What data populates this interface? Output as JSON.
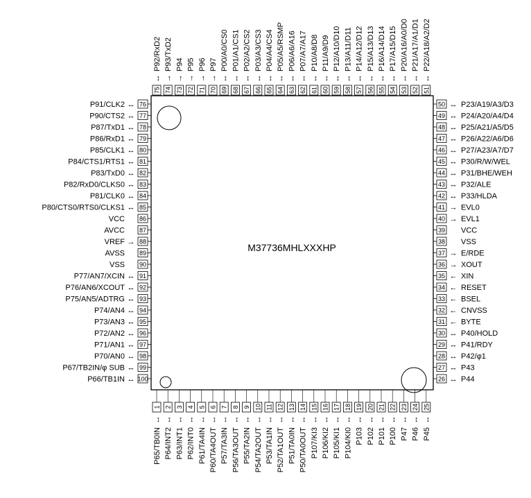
{
  "chip": {
    "part_number": "M37736MHLXXXHP"
  },
  "pins": {
    "left": [
      {
        "num": "76",
        "arrow": "↔",
        "label": "P91/CLK2"
      },
      {
        "num": "77",
        "arrow": "↔",
        "label": "P90/CTS2"
      },
      {
        "num": "78",
        "arrow": "↔",
        "label": "P87/TxD1"
      },
      {
        "num": "79",
        "arrow": "↔",
        "label": "P86/RxD1"
      },
      {
        "num": "80",
        "arrow": "↔",
        "label": "P85/CLK1"
      },
      {
        "num": "81",
        "arrow": "↔",
        "label": "P84/CTS1/RTS1"
      },
      {
        "num": "82",
        "arrow": "↔",
        "label": "P83/TxD0"
      },
      {
        "num": "83",
        "arrow": "↔",
        "label": "P82/RxD0/CLKS0"
      },
      {
        "num": "84",
        "arrow": "↔",
        "label": "P81/CLK0"
      },
      {
        "num": "85",
        "arrow": "↔",
        "label": "P80/CTS0/RTS0/CLKS1"
      },
      {
        "num": "86",
        "arrow": "",
        "label": "VCC"
      },
      {
        "num": "87",
        "arrow": "",
        "label": "AVCC"
      },
      {
        "num": "88",
        "arrow": "→",
        "label": "VREF"
      },
      {
        "num": "89",
        "arrow": "",
        "label": "AVSS"
      },
      {
        "num": "90",
        "arrow": "",
        "label": "VSS"
      },
      {
        "num": "91",
        "arrow": "↔",
        "label": "P77/AN7/XCIN"
      },
      {
        "num": "92",
        "arrow": "↔",
        "label": "P76/AN6/XCOUT"
      },
      {
        "num": "93",
        "arrow": "↔",
        "label": "P75/AN5/ADTRG"
      },
      {
        "num": "94",
        "arrow": "↔",
        "label": "P74/AN4"
      },
      {
        "num": "95",
        "arrow": "↔",
        "label": "P73/AN3"
      },
      {
        "num": "96",
        "arrow": "↔",
        "label": "P72/AN2"
      },
      {
        "num": "97",
        "arrow": "↔",
        "label": "P71/AN1"
      },
      {
        "num": "98",
        "arrow": "↔",
        "label": "P70/AN0"
      },
      {
        "num": "99",
        "arrow": "↔",
        "label": "P67/TB2IN/φ SUB"
      },
      {
        "num": "100",
        "arrow": "↔",
        "label": "P66/TB1IN"
      }
    ],
    "right": [
      {
        "num": "50",
        "arrow": "↔",
        "label": "P23/A19/A3/D3"
      },
      {
        "num": "49",
        "arrow": "↔",
        "label": "P24/A20/A4/D4"
      },
      {
        "num": "48",
        "arrow": "↔",
        "label": "P25/A21/A5/D5"
      },
      {
        "num": "47",
        "arrow": "↔",
        "label": "P26/A22/A6/D6"
      },
      {
        "num": "46",
        "arrow": "↔",
        "label": "P27/A23/A7/D7"
      },
      {
        "num": "45",
        "arrow": "↔",
        "label": "P30/R/W/WEL"
      },
      {
        "num": "44",
        "arrow": "↔",
        "label": "P31/BHE/WEH"
      },
      {
        "num": "43",
        "arrow": "↔",
        "label": "P32/ALE"
      },
      {
        "num": "42",
        "arrow": "↔",
        "label": "P33/HLDA"
      },
      {
        "num": "41",
        "arrow": "→",
        "label": "EVL0"
      },
      {
        "num": "40",
        "arrow": "→",
        "label": "EVL1"
      },
      {
        "num": "39",
        "arrow": "",
        "label": "VCC"
      },
      {
        "num": "38",
        "arrow": "",
        "label": "VSS"
      },
      {
        "num": "37",
        "arrow": "→",
        "label": "E/RDE"
      },
      {
        "num": "36",
        "arrow": "→",
        "label": "XOUT"
      },
      {
        "num": "35",
        "arrow": "←",
        "label": "XIN"
      },
      {
        "num": "34",
        "arrow": "←",
        "label": "RESET"
      },
      {
        "num": "33",
        "arrow": "←",
        "label": "BSEL"
      },
      {
        "num": "32",
        "arrow": "←",
        "label": "CNVSS"
      },
      {
        "num": "31",
        "arrow": "←",
        "label": "BYTE"
      },
      {
        "num": "30",
        "arrow": "↔",
        "label": "P40/HOLD"
      },
      {
        "num": "29",
        "arrow": "↔",
        "label": "P41/RDY"
      },
      {
        "num": "28",
        "arrow": "↔",
        "label": "P42/φ1"
      },
      {
        "num": "27",
        "arrow": "↔",
        "label": "P43"
      },
      {
        "num": "26",
        "arrow": "↔",
        "label": "P44"
      }
    ],
    "top": [
      {
        "num": "75",
        "arrow": "↔",
        "label": "P92/RxD2"
      },
      {
        "num": "74",
        "arrow": "→",
        "label": "P93/TxD2"
      },
      {
        "num": "73",
        "arrow": "→",
        "label": "P94"
      },
      {
        "num": "72",
        "arrow": "→",
        "label": "P95"
      },
      {
        "num": "71",
        "arrow": "→",
        "label": "P96"
      },
      {
        "num": "70",
        "arrow": "→",
        "label": "P97"
      },
      {
        "num": "69",
        "arrow": "↔",
        "label": "P00/A0/CS0"
      },
      {
        "num": "68",
        "arrow": "↔",
        "label": "P01/A1/CS1"
      },
      {
        "num": "67",
        "arrow": "↔",
        "label": "P02/A2/CS2"
      },
      {
        "num": "66",
        "arrow": "↔",
        "label": "P03/A3/CS3"
      },
      {
        "num": "65",
        "arrow": "↔",
        "label": "P04/A4/CS4"
      },
      {
        "num": "64",
        "arrow": "↔",
        "label": "P05/A5/RSMP"
      },
      {
        "num": "63",
        "arrow": "↔",
        "label": "P06/A6/A16"
      },
      {
        "num": "62",
        "arrow": "↔",
        "label": "P07/A7/A17"
      },
      {
        "num": "61",
        "arrow": "↔",
        "label": "P10/A8/D8"
      },
      {
        "num": "60",
        "arrow": "↔",
        "label": "P11/A9/D9"
      },
      {
        "num": "59",
        "arrow": "↔",
        "label": "P12/A10/D10"
      },
      {
        "num": "58",
        "arrow": "↔",
        "label": "P13/A11/D11"
      },
      {
        "num": "57",
        "arrow": "↔",
        "label": "P14/A12/D12"
      },
      {
        "num": "56",
        "arrow": "↔",
        "label": "P15/A13/D13"
      },
      {
        "num": "55",
        "arrow": "↔",
        "label": "P16/A14/D14"
      },
      {
        "num": "54",
        "arrow": "↔",
        "label": "P17/A15/D15"
      },
      {
        "num": "53",
        "arrow": "↔",
        "label": "P20/A16/A0/D0"
      },
      {
        "num": "52",
        "arrow": "↔",
        "label": "P21/A17/A1/D1"
      },
      {
        "num": "51",
        "arrow": "↔",
        "label": "P22/A18/A2/D2"
      }
    ],
    "bottom": [
      {
        "num": "1",
        "arrow": "↔",
        "label": "P65/TB0IN"
      },
      {
        "num": "2",
        "arrow": "↔",
        "label": "P64/INT2"
      },
      {
        "num": "3",
        "arrow": "↔",
        "label": "P63/INT1"
      },
      {
        "num": "4",
        "arrow": "↔",
        "label": "P62/INT0"
      },
      {
        "num": "5",
        "arrow": "↔",
        "label": "P61/TA4IN"
      },
      {
        "num": "6",
        "arrow": "↔",
        "label": "P60/TA4OUT"
      },
      {
        "num": "7",
        "arrow": "↔",
        "label": "P57/TA3IN"
      },
      {
        "num": "8",
        "arrow": "↔",
        "label": "P56/TA3OUT"
      },
      {
        "num": "9",
        "arrow": "↔",
        "label": "P55/TA2IN"
      },
      {
        "num": "10",
        "arrow": "↔",
        "label": "P54/TA2OUT"
      },
      {
        "num": "11",
        "arrow": "↔",
        "label": "P53/TA1IN"
      },
      {
        "num": "12",
        "arrow": "↔",
        "label": "P52/TA1OUT"
      },
      {
        "num": "13",
        "arrow": "↔",
        "label": "P51/TA0IN"
      },
      {
        "num": "14",
        "arrow": "↔",
        "label": "P50/TA0OUT"
      },
      {
        "num": "15",
        "arrow": "↔",
        "label": "P107/KI3"
      },
      {
        "num": "16",
        "arrow": "↔",
        "label": "P106/KI2"
      },
      {
        "num": "17",
        "arrow": "↔",
        "label": "P105/KI1"
      },
      {
        "num": "18",
        "arrow": "↔",
        "label": "P104/KI0"
      },
      {
        "num": "19",
        "arrow": "↔",
        "label": "P103"
      },
      {
        "num": "20",
        "arrow": "↔",
        "label": "P102"
      },
      {
        "num": "21",
        "arrow": "↔",
        "label": "P101"
      },
      {
        "num": "22",
        "arrow": "↔",
        "label": "P100"
      },
      {
        "num": "23",
        "arrow": "↔",
        "label": "P47"
      },
      {
        "num": "24",
        "arrow": "↔",
        "label": "P46"
      },
      {
        "num": "25",
        "arrow": "↔",
        "label": "P45"
      }
    ]
  }
}
